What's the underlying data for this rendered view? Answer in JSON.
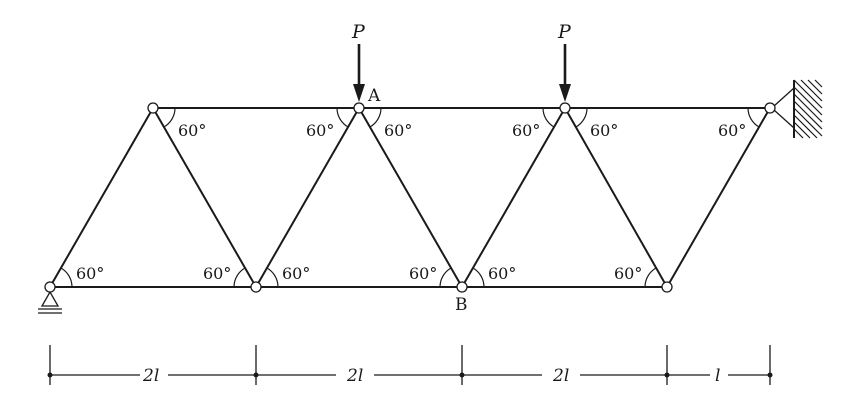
{
  "labels": {
    "node_a": "A",
    "node_b": "B",
    "load_left": "P",
    "load_right": "P",
    "angle": "60°"
  },
  "dimensions": [
    "2l",
    "2l",
    "2l",
    "l"
  ]
}
